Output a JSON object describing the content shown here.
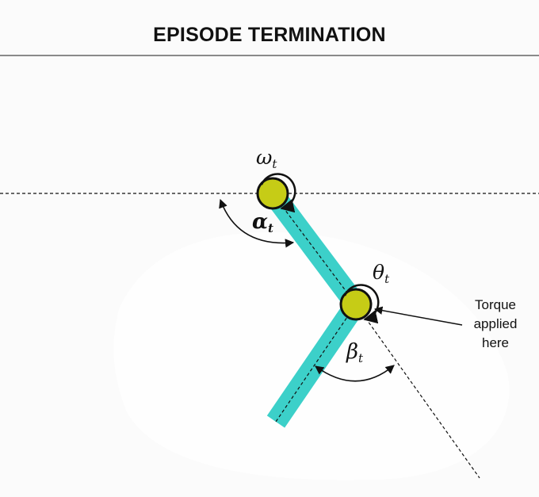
{
  "title": "EPISODE TERMINATION",
  "labels": {
    "omega": {
      "symbol": "ω",
      "sub": "t"
    },
    "alpha": {
      "symbol": "α",
      "sub": "t"
    },
    "theta": {
      "symbol": "θ",
      "sub": "t"
    },
    "beta": {
      "symbol": "β",
      "sub": "t"
    }
  },
  "annotation": {
    "lines": [
      "Torque",
      "applied",
      "here"
    ]
  },
  "colors": {
    "link": "#3cd0c9",
    "joint": "#c6cc16",
    "outline": "#111111"
  }
}
